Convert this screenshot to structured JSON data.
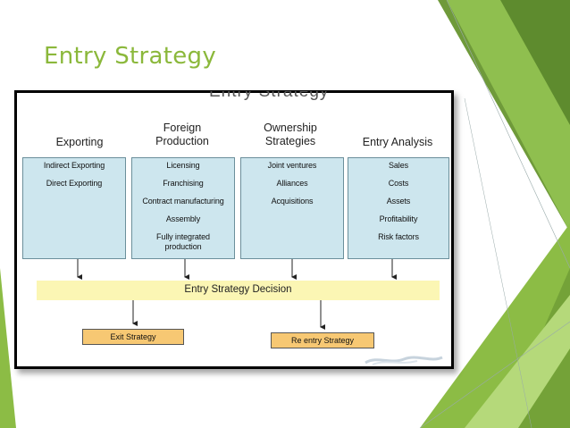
{
  "slide": {
    "title": "Entry Strategy",
    "colors": {
      "accent_green": "#8bb83b",
      "dark_green": "#5e8b2e",
      "box_fill": "#cde6ee",
      "decision_fill": "#fbf6b4",
      "outcome_fill": "#f7c873"
    }
  },
  "diagram": {
    "cut_heading": "Entry Strategy",
    "columns": [
      {
        "heading": "Exporting",
        "items": [
          "Indirect Exporting",
          "Direct Exporting"
        ]
      },
      {
        "heading": "Foreign\nProduction",
        "items": [
          "Licensing",
          "Franchising",
          "Contract manufacturing",
          "Assembly",
          "Fully integrated\nproduction"
        ]
      },
      {
        "heading": "Ownership\nStrategies",
        "items": [
          "Joint ventures",
          "Alliances",
          "Acquisitions"
        ]
      },
      {
        "heading": "Entry Analysis",
        "items": [
          "Sales",
          "Costs",
          "Assets",
          "Profitability",
          "Risk factors"
        ]
      }
    ],
    "decision": "Entry Strategy Decision",
    "outcomes": [
      "Exit Strategy",
      "Re entry Strategy"
    ]
  }
}
